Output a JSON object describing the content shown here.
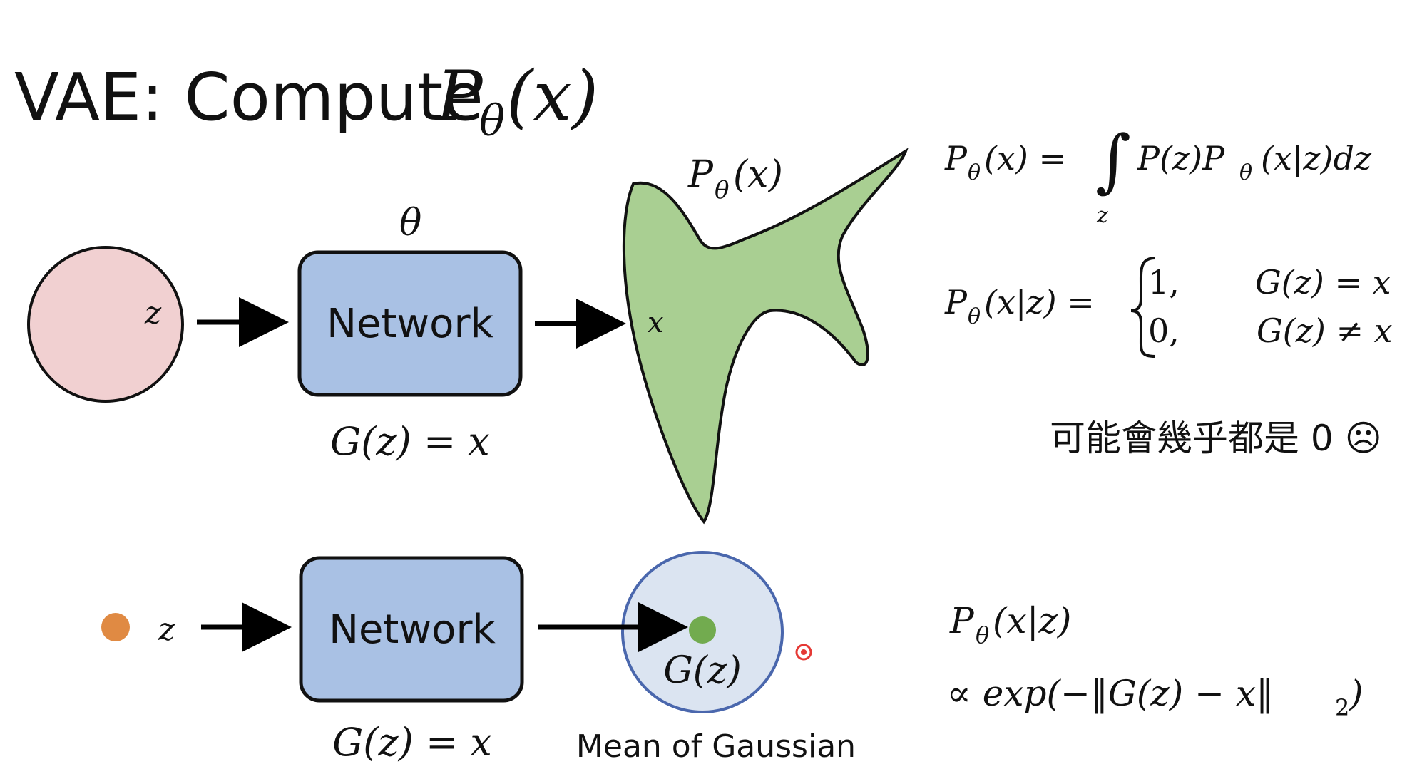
{
  "slide": {
    "title": "VAE: Compute",
    "title_math": "P",
    "title_sub": "θ",
    "title_arg": "(x)"
  },
  "top": {
    "prior_z_label": "z",
    "theta_label": "θ",
    "network_label": "Network",
    "mapping_label": "G(z) = x",
    "blob_title_P": "P",
    "blob_title_sub": "θ",
    "blob_title_arg": "(x)",
    "blob_x_label": "x",
    "eq1_P": "P",
    "eq1_sub": "θ",
    "eq1_lhs_arg": "(x) =",
    "eq1_integral": "∫",
    "eq1_int_lower": "z",
    "eq1_rhs_a": "P(z)P",
    "eq1_rhs_sub": "θ",
    "eq1_rhs_b": "(x|z)dz",
    "eq2_P": "P",
    "eq2_sub": "θ",
    "eq2_lhs_arg": "(x|z) =",
    "eq2_case1_val": "1,",
    "eq2_case1_cond": "G(z) = x",
    "eq2_case2_val": "0,",
    "eq2_case2_cond": "G(z) ≠ x",
    "note": "可能會幾乎都是 0 ☹"
  },
  "bottom": {
    "z_label": "z",
    "network_label": "Network",
    "mapping_label": "G(z) = x",
    "gz_label": "G(z)",
    "gaussian_caption": "Mean of Gaussian",
    "eq_P": "P",
    "eq_sub": "θ",
    "eq_arg": "(x|z)",
    "eq_line2_a": "∝ exp(−‖G(z) − x‖",
    "eq_line2_sub": "2",
    "eq_line2_b": ")"
  },
  "colors": {
    "prior_circle_fill": "#f1d0d1",
    "network_box_fill": "#a9c1e4",
    "blob_fill": "#a9cf92",
    "gaussian_fill": "#dbe4f1",
    "gaussian_stroke": "#4a67ad",
    "mean_dot": "#72ab4f",
    "z_dot": "#e08a43",
    "cursor_red": "#e53935"
  }
}
